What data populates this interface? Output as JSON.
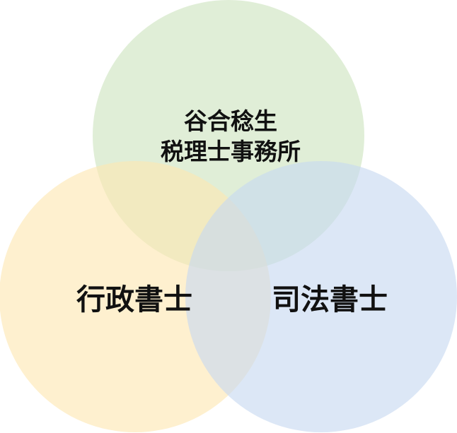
{
  "diagram": {
    "type": "venn-3",
    "circles": [
      {
        "id": "top",
        "lines": [
          "谷合稔生",
          "税理士事務所"
        ],
        "color": "#cde3bf"
      },
      {
        "id": "left",
        "lines": [
          "行政書士"
        ],
        "color": "#fde7b2"
      },
      {
        "id": "right",
        "lines": [
          "司法書士"
        ],
        "color": "#c6d9f1"
      }
    ]
  }
}
